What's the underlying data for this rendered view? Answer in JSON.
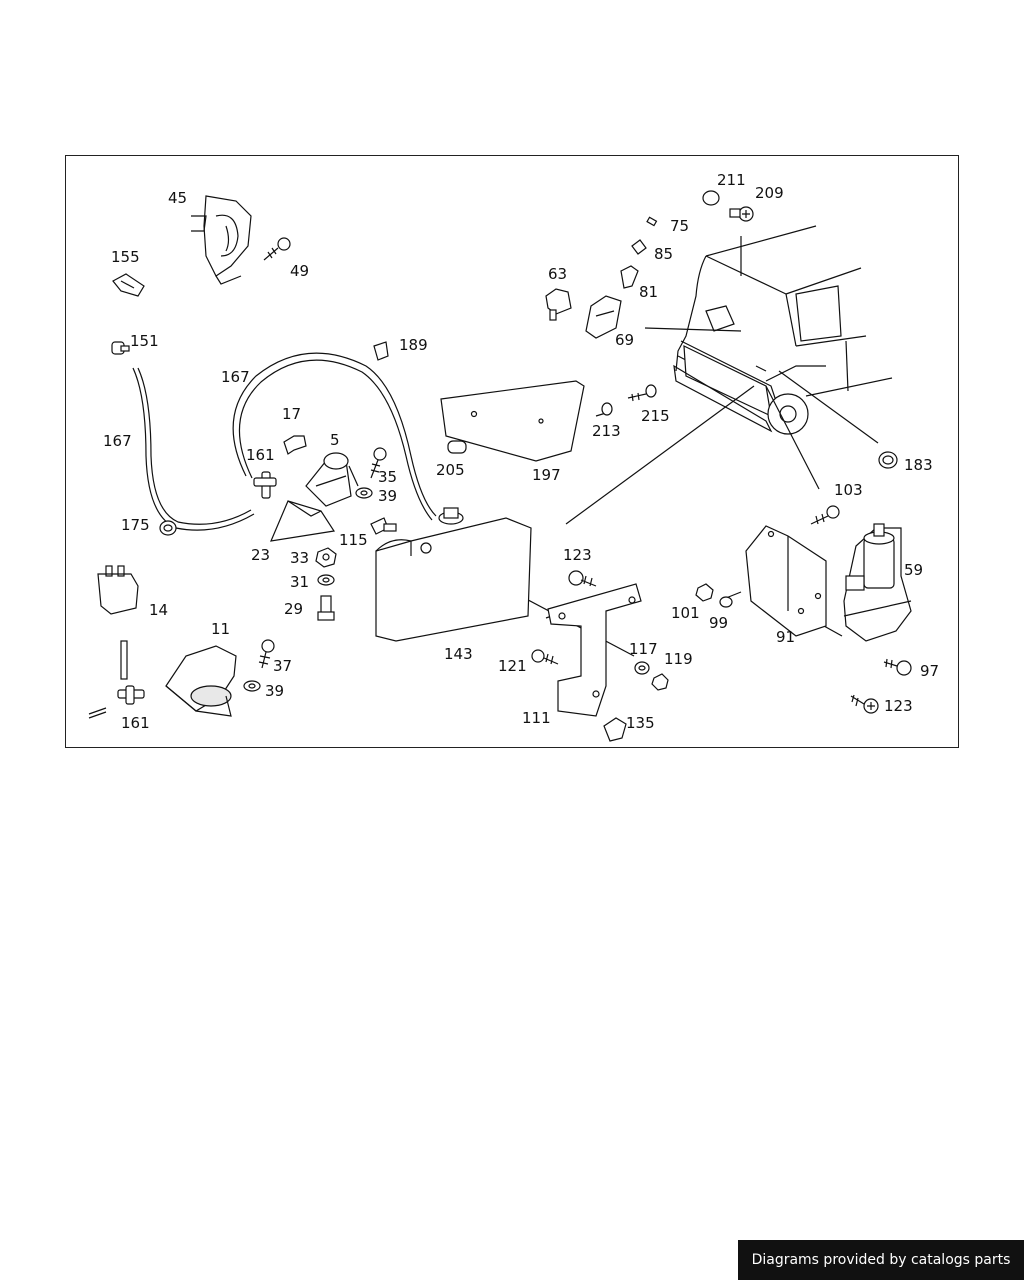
{
  "diagram": {
    "part_numbers": [
      "45",
      "155",
      "49",
      "151",
      "167",
      "167",
      "17",
      "5",
      "161",
      "35",
      "39",
      "175",
      "23",
      "33",
      "115",
      "31",
      "29",
      "14",
      "11",
      "37",
      "39",
      "161",
      "211",
      "209",
      "75",
      "85",
      "63",
      "81",
      "69",
      "189",
      "213",
      "215",
      "205",
      "197",
      "143",
      "123",
      "121",
      "117",
      "119",
      "111",
      "135",
      "183",
      "103",
      "59",
      "101",
      "99",
      "91",
      "97",
      "123"
    ]
  },
  "footer": {
    "text": "Diagrams provided by catalogs parts"
  }
}
